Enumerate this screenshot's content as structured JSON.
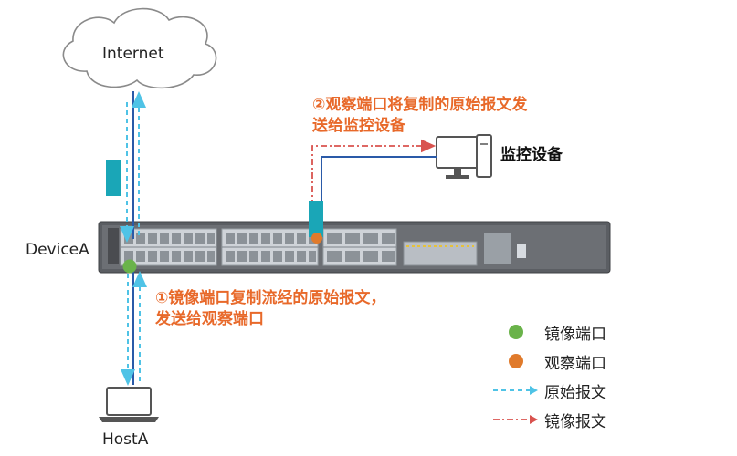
{
  "nodes": {
    "internet": "Internet",
    "device": "DeviceA",
    "host": "HostA",
    "monitor": "监控设备"
  },
  "annotations": {
    "step2_line1": "②观察端口将复制的原始报文发",
    "step2_line2": "送给监控设备",
    "step1_line1": "①镜像端口复制流经的原始报文，",
    "step1_line2": "发送给观察端口"
  },
  "legend": [
    {
      "label": "镜像端口",
      "symbol": "dot",
      "color": "#6ab34a"
    },
    {
      "label": "观察端口",
      "symbol": "dot",
      "color": "#e07a2b"
    },
    {
      "label": "原始报文",
      "symbol": "dashed-arrow",
      "color": "#4fc3e6"
    },
    {
      "label": "镜像报文",
      "symbol": "dashdot-arrow",
      "color": "#d9534f"
    }
  ],
  "colors": {
    "link": "#2a5aa8",
    "original": "#4fc3e6",
    "mirror": "#d9534f",
    "teal": "#1aa6b7",
    "orange_text": "#e8692a"
  }
}
